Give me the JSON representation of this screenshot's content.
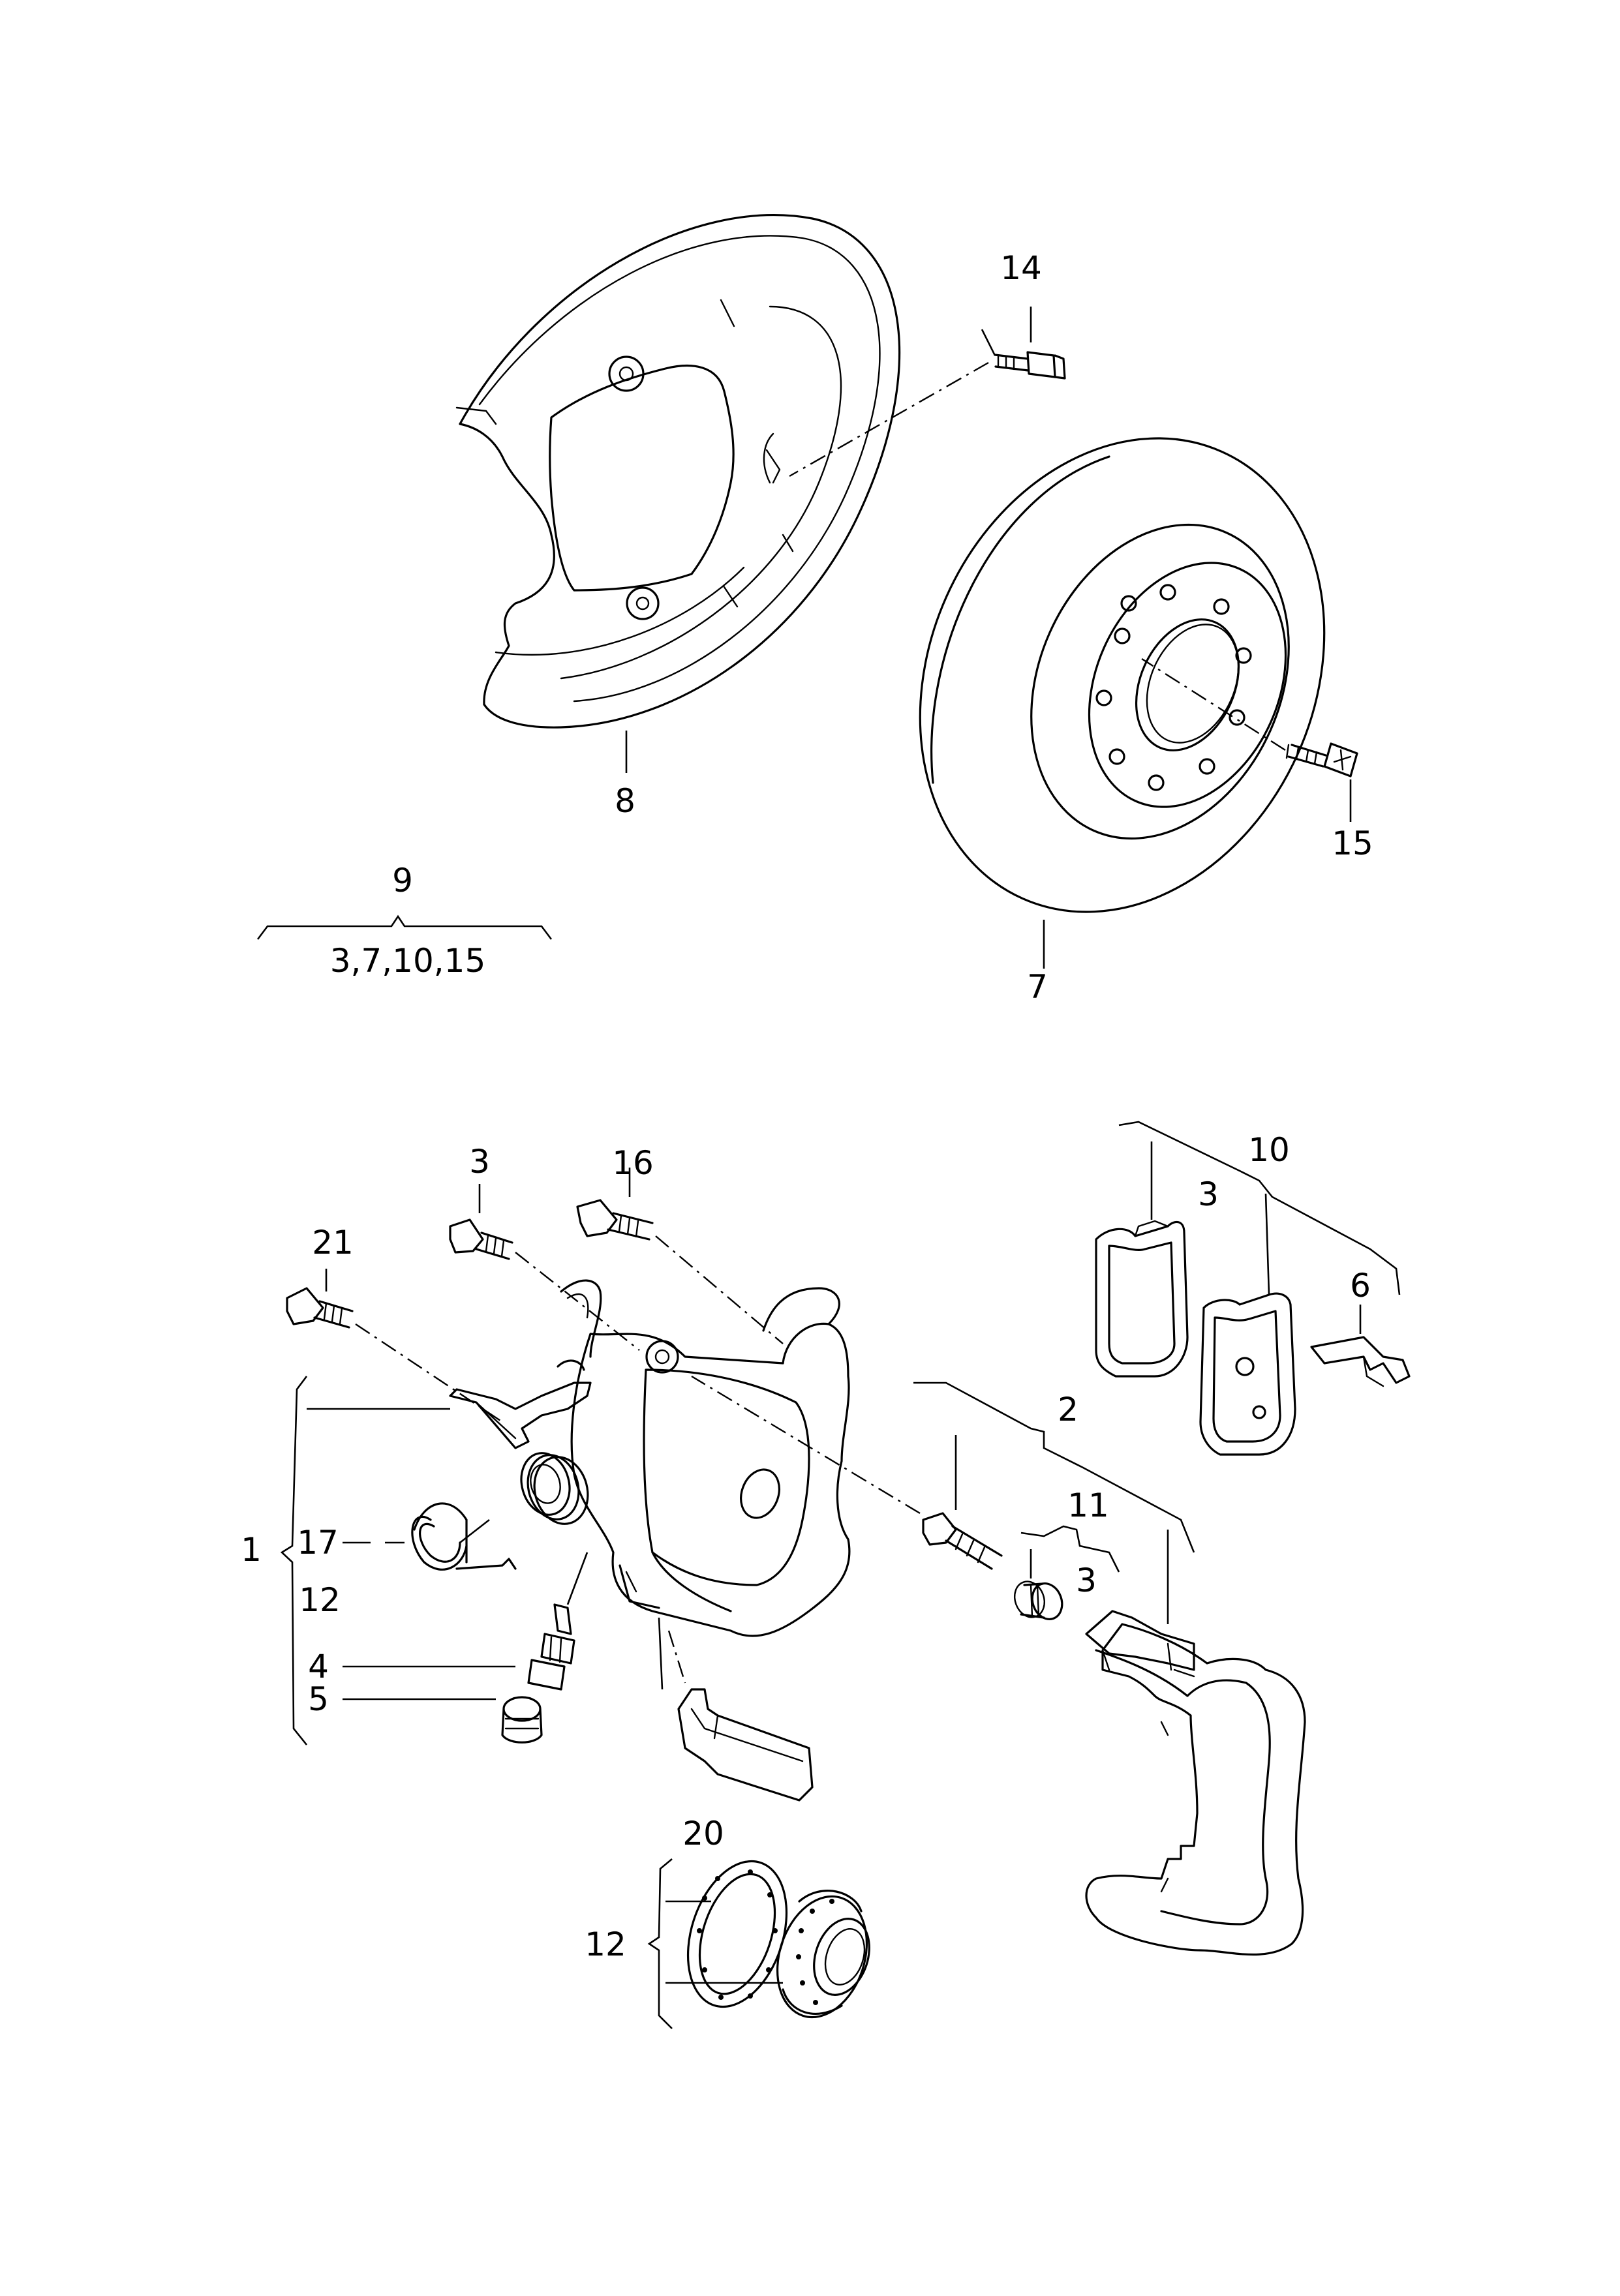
{
  "labels": {
    "l1": "1",
    "l2": "2",
    "l3a": "3",
    "l3b": "3",
    "l3c": "3",
    "l4": "4",
    "l5": "5",
    "l6": "6",
    "l7": "7",
    "l8": "8",
    "l9": "9",
    "l9_sub": "3,7,10,15",
    "l10": "10",
    "l11": "11",
    "l12a": "12",
    "l12b": "12",
    "l14": "14",
    "l15": "15",
    "l16": "16",
    "l17": "17",
    "l20": "20",
    "l21": "21"
  }
}
